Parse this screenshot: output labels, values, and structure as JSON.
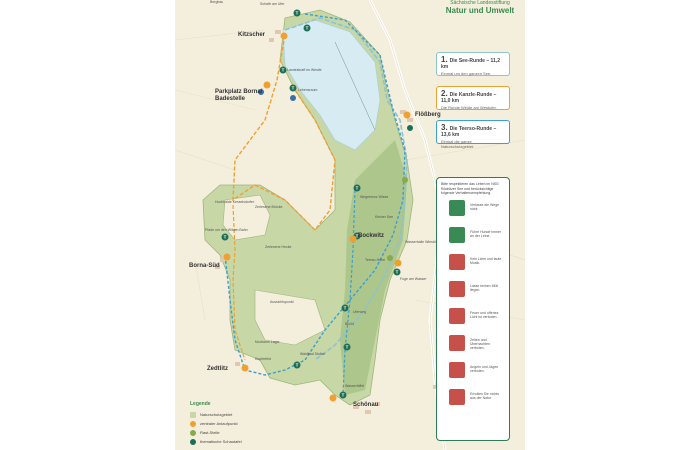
{
  "brand": {
    "line1": "Sächsische Landesstiftung",
    "line2": "Natur und Umwelt"
  },
  "routes": [
    {
      "num": "1.",
      "title": "Die See-Runde – 11,2 km",
      "desc": "Einmal um den ganzen See.",
      "color": "#8ec3cf"
    },
    {
      "num": "2.",
      "title": "Die Kanzle-Runde – 11,0 km",
      "desc": "Die Runde Weide am Westufer.",
      "color": "#f0a030"
    },
    {
      "num": "3.",
      "title": "Die Teerso-Runde – 13,6 km",
      "desc": "Einmal die ganze Naturschutzgebiet.",
      "color": "#3b9fd1"
    }
  ],
  "rules": {
    "intro": "Bitte respektieren das Leben im NSG Rödnitzer See und berücksichtige folgende Verhaltensempfehlung.",
    "items": [
      {
        "text": "Verlasse die Wege nicht.",
        "color": "#3a8a56"
      },
      {
        "text": "Führe Hunde immer an der Leine.",
        "color": "#3a8a56"
      },
      {
        "text": "Kein Lärm und laute Musik.",
        "color": "#c6504a"
      },
      {
        "text": "Lasse keinen Müll liegen.",
        "color": "#c6504a"
      },
      {
        "text": "Feuer und offenes Licht ist verboten.",
        "color": "#c6504a"
      },
      {
        "text": "Zelten und Übernachten verboten.",
        "color": "#c6504a"
      },
      {
        "text": "Angeln und Jagen verboten.",
        "color": "#c6504a"
      },
      {
        "text": "Erholtes Sie nichts aus der Natur.",
        "color": "#c6504a"
      }
    ]
  },
  "places": {
    "kitzscher": "Kitzscher",
    "parkplatz": "Parkplatz Borna/ Badestelle",
    "flossberg": "Flößberg",
    "borna_sued": "Borna-Süd",
    "zedtlitz": "Zedtlitz",
    "bockwitz": "Bockwitz",
    "schonau": "Schönau"
  },
  "small_labels": {
    "bergbau": "Bergbau",
    "kitzscher_note": "Schaftr am Ufer",
    "aussichtsturm": "Aussichtsturm",
    "landeskraft": "Landeskraft im Westle",
    "lebensraum": "Lebensraum",
    "hochhalde": "Hochhalde Kesselsdorfer",
    "wasserhiffel": "Wasserhiffel",
    "zerlesene": "Zerlesene Brücke",
    "borna_weg": "Pfade um den Wilden Bahn",
    "aussichtspunkt": "Aussichtspunkt",
    "brucke": "Zerlesene Hecke",
    "wegekreuz": "Wegekreuz Wiese",
    "kupferfeld": "Kupferfeld",
    "kleine_schonau": "Kleiner See",
    "teerso": "Teerso-Höhe",
    "fuge": "Fuge am Wasser",
    "wasserhalle": "Wasserhalle Wiestöhler",
    "waldbad": "Waldbad Stollen",
    "mudraum": "Mudraum Lager",
    "uferweg": "Uferweg",
    "bucht": "Bucht"
  },
  "legend": {
    "title": "Legende",
    "items": [
      {
        "text": "Naturschutzgebiet",
        "color": "#c7d7a6",
        "shape": "square"
      },
      {
        "text": "zentraler Anlaufpunkt",
        "color": "#f0a030",
        "shape": "circle"
      },
      {
        "text": "Rast-Stelle",
        "color": "#8aa94b",
        "shape": "circle"
      },
      {
        "text": "thematische Schautafel",
        "color": "#1e6e57",
        "shape": "circle"
      }
    ]
  },
  "markers": {
    "info_letter": "T",
    "rest_letter": "R",
    "hub_letter": "i"
  },
  "colors": {
    "reserve": "#c7d7a6",
    "lake": "#d7ebf2",
    "farmland": "#f4eedc",
    "road": "#ffffff",
    "forest": "#b9cf94"
  }
}
